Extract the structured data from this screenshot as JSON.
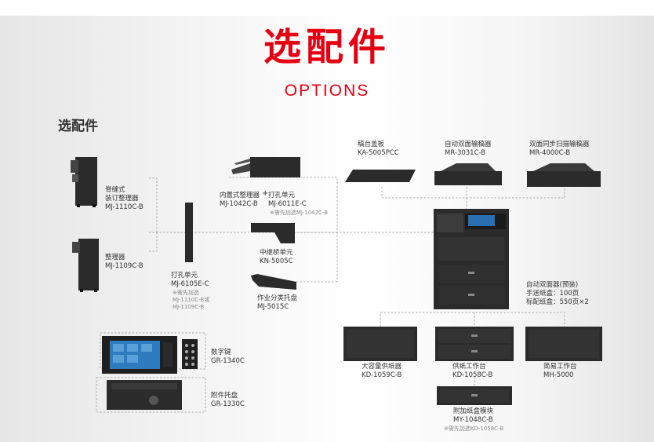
{
  "title_cn": "选配件",
  "title_en": "OPTIONS",
  "section_heading": "选配件",
  "items": {
    "saddle_finisher": {
      "name": "脊缝式",
      "name2": "装订整理器",
      "model": "MJ-1110C-B"
    },
    "finisher": {
      "name": "整理器",
      "model": "MJ-1109C-B"
    },
    "punch_ext": {
      "name": "打孔单元",
      "model": "MJ-6105E-C",
      "note1": "※需先加选",
      "note2": "MJ-1110C-B或",
      "note3": "MJ-1109C-B"
    },
    "inner_finisher": {
      "name": "内置式整理器",
      "model": "MJ-1042C-B"
    },
    "plus": "+",
    "punch_inner": {
      "name": "打孔单元",
      "model": "MJ-6011E-C",
      "note": "※需先加选MJ-1042C-B"
    },
    "bridge": {
      "name": "中继桥单元",
      "model": "KN-5005C"
    },
    "job_separator": {
      "name": "作业分类托盘",
      "model": "MJ-5015C"
    },
    "platen_cover": {
      "name": "稿台盖板",
      "model": "KA-5005PCC"
    },
    "radf": {
      "name": "自动双面输稿器",
      "model": "MR-3031C-B"
    },
    "dsdf": {
      "name": "双面同步扫描输稿器",
      "model": "MR-4000C-B"
    },
    "mainunit": {
      "line1": "自动双面器(预装)",
      "line2": "手送纸盒：100页",
      "line3": "标配纸盒：550页×2"
    },
    "lcf": {
      "name": "大容量供纸器",
      "model": "KD-1059C-B"
    },
    "pfu": {
      "name": "供纸工作台",
      "model": "KD-1058C-B"
    },
    "stand": {
      "name": "简易工作台",
      "model": "MH-5000"
    },
    "pfp_module": {
      "name": "附加纸盒模块",
      "model": "MY-1048C-B",
      "note": "※需先加选KD-1058C-B"
    },
    "keypad": {
      "name": "数字键",
      "model": "GR-1340C"
    },
    "tray": {
      "name": "附件托盘",
      "model": "GR-1330C"
    }
  },
  "colors": {
    "accent_red": "#e60012",
    "connector": "#9a9a9a",
    "device_dark": "#2b2b2b"
  }
}
